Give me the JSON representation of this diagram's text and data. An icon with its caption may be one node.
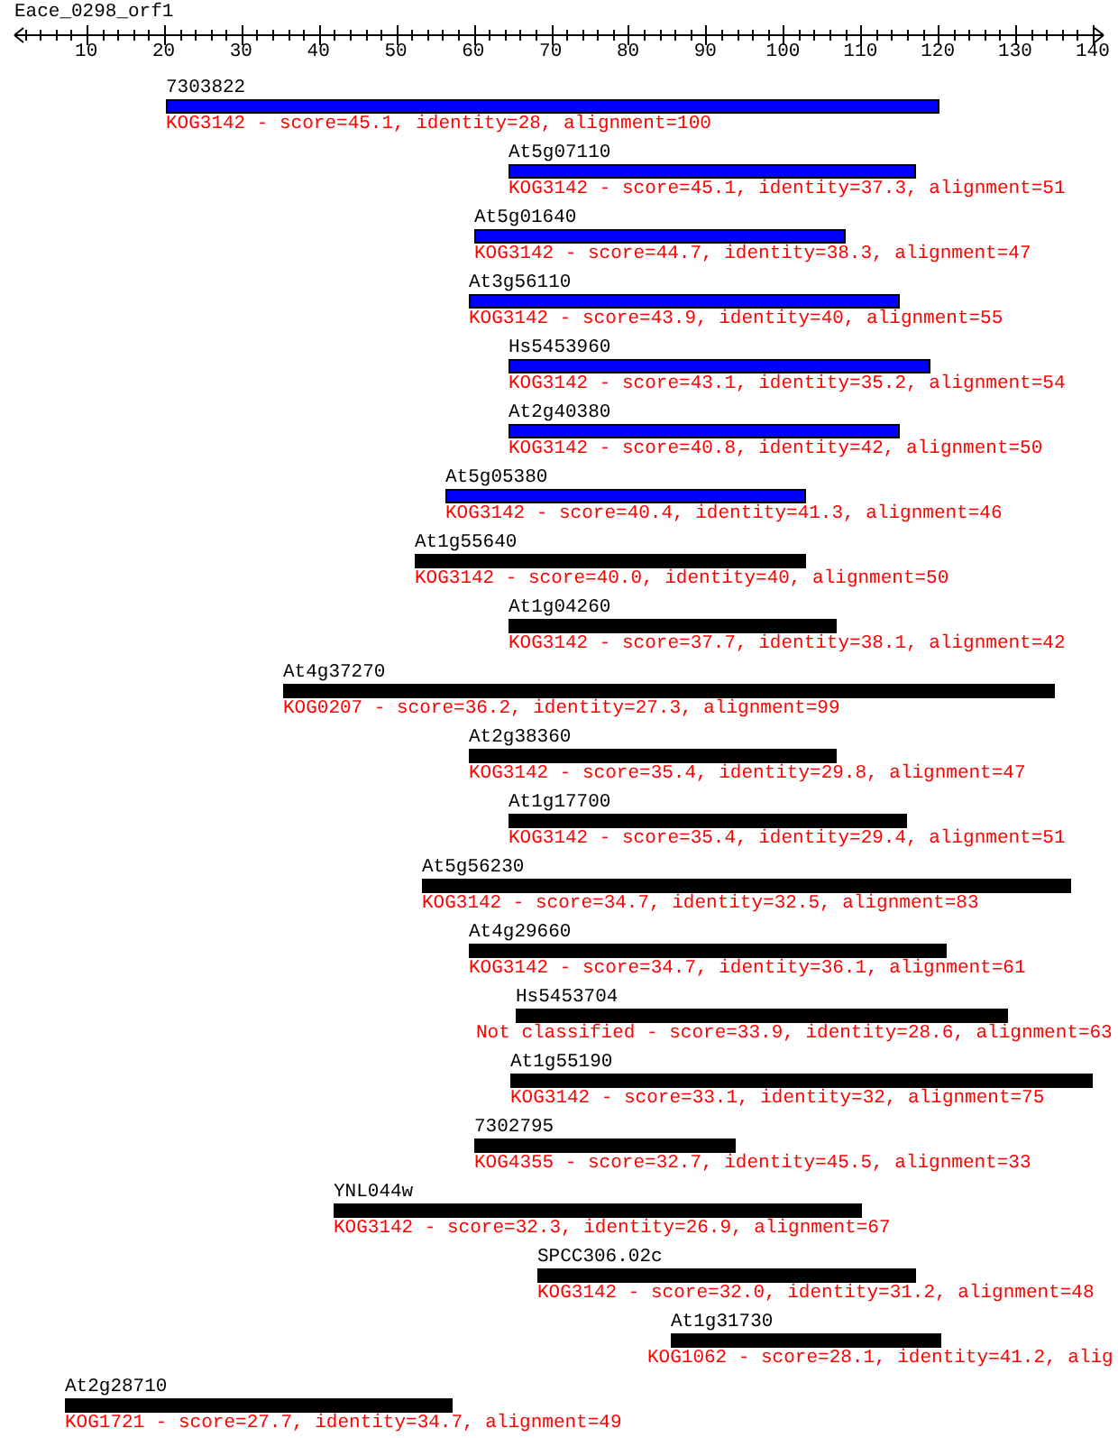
{
  "diagram": {
    "title": "Eace_0298_orf1",
    "nodes": [
      {
        "text": [
          "7303822",
          "KOG3142 - score=45.1, identity=28, alignment=100"
        ]
      },
      {
        "text": [
          "At5g07110",
          "KOG3142 - score=45.1, identity=37.3, alignment=51"
        ]
      },
      {
        "text": [
          "At5g01640",
          "KOG3142 - score=44.7, identity=38.3, alignment=47"
        ]
      },
      {
        "text": [
          "At3g56110",
          "KOG3142 - score=43.9, identity=40, alignment=55"
        ]
      },
      {
        "text": [
          "Hs5453960",
          "KOG3142 - score=43.1, identity=35.2, alignment=54"
        ]
      },
      {
        "text": [
          "At2g40380",
          "KOG3142 - score=40.8, identity=42, alignment=50"
        ]
      },
      {
        "text": [
          "At5g05380",
          "KOG3142 - score=40.4, identity=41.3, alignment=46"
        ]
      },
      {
        "text": [
          "At1g55640",
          "KOG3142 - score=40.0, identity=40, alignment=50"
        ]
      },
      {
        "text": [
          "At1g04260",
          "KOG3142 - score=37.7, identity=38.1, alignment=42"
        ]
      },
      {
        "text": [
          "At4g37270",
          "KOG0207 - score=36.2, identity=27.3, alignment=99"
        ]
      },
      {
        "text": [
          "At2g38360",
          "KOG3142 - score=35.4, identity=29.8, alignment=47"
        ]
      },
      {
        "text": [
          "At1g17700",
          "KOG3142 - score=35.4, identity=29.4, alignment=51"
        ]
      },
      {
        "text": [
          "At5g56230",
          "KOG3142 - score=34.7, identity=32.5, alignment=83"
        ]
      },
      {
        "text": [
          "At4g29660",
          "KOG3142 - score=34.7, identity=36.1, alignment=61"
        ]
      },
      {
        "text": [
          "Hs5453704",
          "Not classified - score=33.9, identity=28.6, alignment=63"
        ]
      },
      {
        "text": [
          "At1g55190",
          "KOG3142 - score=33.1, identity=32, alignment=75"
        ]
      },
      {
        "text": [
          "7302795",
          "KOG4355 - score=32.7, identity=45.5, alignment=33"
        ]
      },
      {
        "text": [
          "YNL044w",
          "KOG3142 - score=32.3, identity=26.9, alignment=67"
        ]
      },
      {
        "text": [
          "SPCC306.02c",
          "KOG3142 - score=32.0, identity=31.2, alignment=48"
        ]
      },
      {
        "text": [
          "At1g31730",
          "KOG1062 - score=28.1, identity=41.2, alig"
        ]
      },
      {
        "text": [
          "At2g28710",
          "KOG1721 - score=27.7, identity=34.7, alignment=49"
        ]
      }
    ],
    "labels": [
      "10",
      "20",
      "30",
      "40",
      "50",
      "60",
      "70",
      "80",
      "90",
      "100",
      "110",
      "120",
      "130",
      "140"
    ]
  }
}
